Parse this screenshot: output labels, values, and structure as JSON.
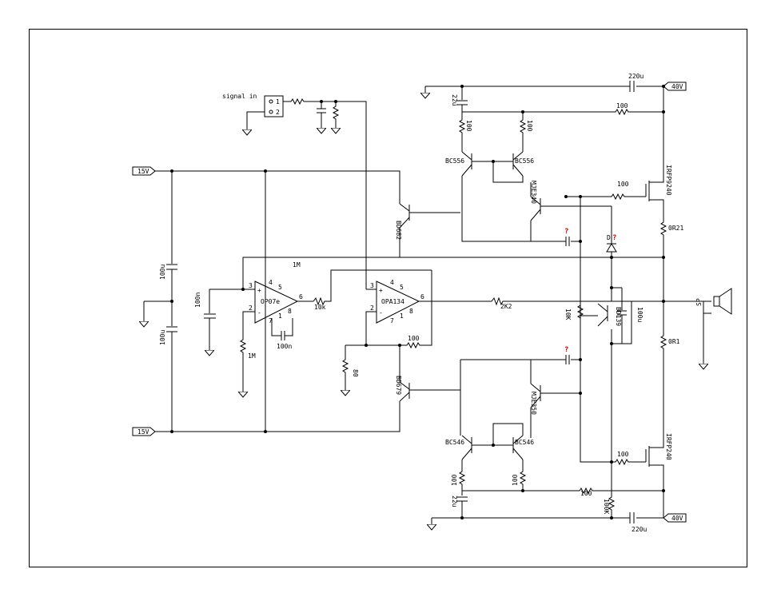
{
  "input": {
    "signal_label": "signal in",
    "pin1": "1",
    "pin2": "2"
  },
  "rails": {
    "pos15": "15V",
    "neg15": "15V",
    "pos40": "40V",
    "neg40": "40V"
  },
  "opamps": {
    "u1": {
      "name": "OP07e",
      "p3": "3",
      "p2": "2",
      "p4": "4",
      "p5": "5",
      "p6": "6",
      "p7": "7",
      "p8": "8",
      "p1": "1",
      "plus": "+",
      "minus": "-"
    },
    "u2": {
      "name": "OPA134",
      "p3": "3",
      "p2": "2",
      "p4": "4",
      "p5": "5",
      "p6": "6",
      "p7": "7",
      "p8": "8",
      "p1": "1",
      "plus": "+",
      "minus": "-"
    }
  },
  "labels": {
    "c_100u_top": "100u",
    "c_100u_bot": "100u",
    "c_100n_in": "100n",
    "r_1m_fb": "1M",
    "r_1m_gnd": "1M",
    "c_100n_comp": "100n",
    "r_10k_mid": "10k",
    "r_80": "80",
    "r_2k2": "2K2",
    "r_100_u2": "100",
    "q_bd682": "BD682",
    "q_bd679": "BD679",
    "q_bc556_l": "BC556",
    "q_bc556_r": "BC556",
    "q_mje340": "MJE340",
    "q_mje350": "MJE350",
    "q_bc546_l": "BC546",
    "q_bc546_r": "BC546",
    "c_22u_top": "22u",
    "c_22u_bot": "22u",
    "r_100_t1": "100",
    "r_100_t2": "100",
    "r_100_top": "100",
    "r_100_gate_top": "100",
    "r_100_gate_bot": "100",
    "r_100_bot1": "100",
    "r_100_bot2": "100",
    "r_100_bot": "100",
    "m_top": "IRFP9240",
    "m_bot": "IRFP240",
    "r_021": "0R21",
    "r_0r1": "0R1",
    "c_220u_top": "220u",
    "c_220u_bot": "220u",
    "r_10k_vbe": "10K",
    "q_bd139": "BD139",
    "c_100u_vbe": "100u",
    "r_100k": "100K",
    "d_label": "D",
    "q_mark": "?",
    "spk": "SP"
  },
  "icons": [
    "ground-symbol",
    "resistor-zigzag",
    "capacitor-plates",
    "transistor-bjt",
    "mosfet",
    "speaker",
    "diode",
    "power-flag"
  ]
}
